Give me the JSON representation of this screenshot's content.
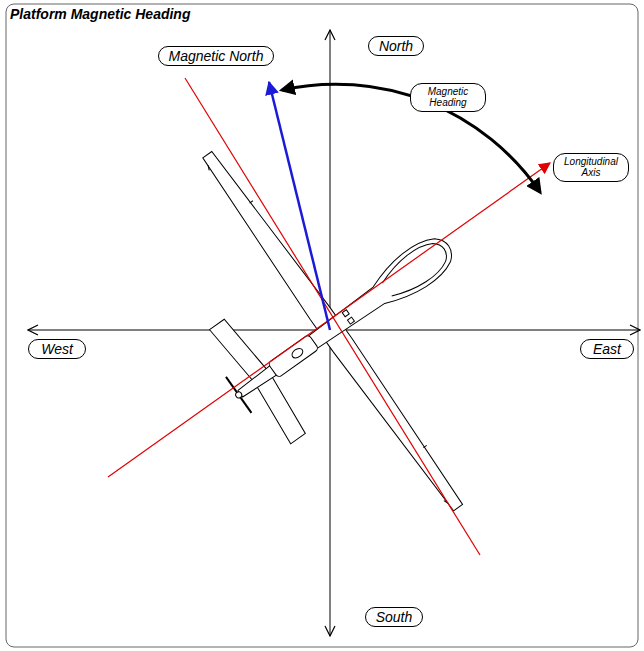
{
  "diagram": {
    "title": "Platform Magnetic Heading",
    "nodes": [
      {
        "text": [
          "Magnetic North"
        ]
      },
      {
        "text": [
          "North"
        ]
      },
      {
        "text": [
          "Magnetic Heading"
        ]
      },
      {
        "text": [
          "Longitudinal Axis"
        ]
      },
      {
        "text": [
          "West"
        ]
      },
      {
        "text": [
          "East"
        ]
      },
      {
        "text": [
          "South"
        ]
      }
    ]
  }
}
